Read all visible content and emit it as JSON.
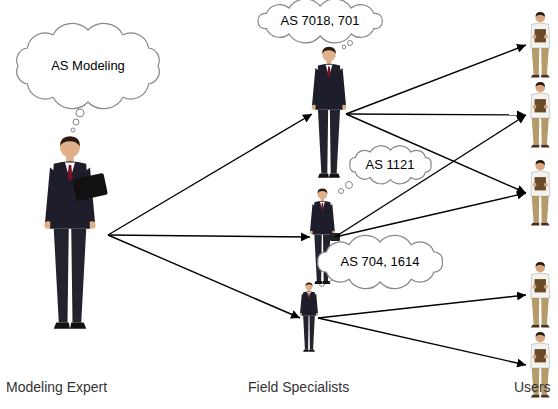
{
  "diagram": {
    "nodes": [
      {
        "text": [
          "AS Modeling"
        ]
      },
      {
        "text": []
      },
      {
        "text": [
          "AS 7018, 701"
        ]
      },
      {
        "text": []
      },
      {
        "text": [
          "AS 1121"
        ]
      },
      {
        "text": []
      },
      {
        "text": [
          "AS 704, 1614"
        ]
      },
      {
        "text": []
      },
      {
        "text": []
      },
      {
        "text": []
      },
      {
        "text": []
      },
      {
        "text": []
      },
      {
        "text": []
      }
    ],
    "edges": [
      {
        "from": 1,
        "to": 3,
        "arrow": "to"
      },
      {
        "from": 1,
        "to": 5,
        "arrow": "to"
      },
      {
        "from": 1,
        "to": 7,
        "arrow": "to"
      },
      {
        "from": 3,
        "to": 8,
        "arrow": "to"
      },
      {
        "from": 3,
        "to": 9,
        "arrow": "to"
      },
      {
        "from": 3,
        "to": 10,
        "arrow": "to"
      },
      {
        "from": 5,
        "to": 9,
        "arrow": "to"
      },
      {
        "from": 5,
        "to": 10,
        "arrow": "to"
      },
      {
        "from": 7,
        "to": 11,
        "arrow": "to"
      },
      {
        "from": 7,
        "to": 12,
        "arrow": "to"
      }
    ],
    "labels": [
      "Modeling Expert",
      "Field Specialists",
      "Users"
    ]
  }
}
